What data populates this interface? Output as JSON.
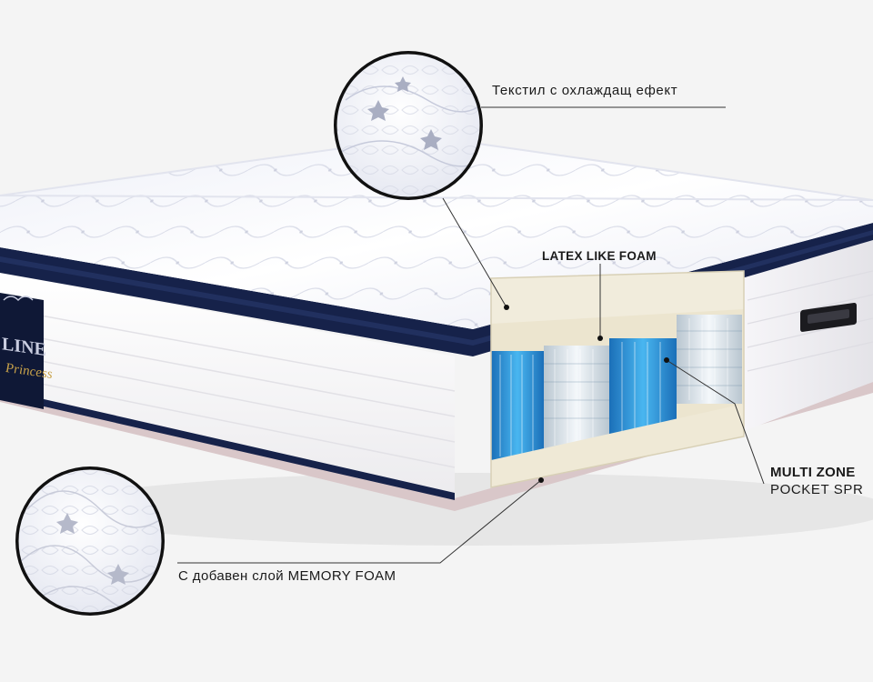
{
  "labels": {
    "textile": "Текстил с охлаждащ ефект",
    "latex": "LATEX LIKE FOAM",
    "multi_zone_line1": "MULTI ZONE",
    "multi_zone_line2": "POCKET SPR",
    "memory": "С добавен слой MEMORY FOAM"
  },
  "brand": {
    "logo_text": "LINE",
    "logo_script": "Princess"
  },
  "colors": {
    "background": "#f4f4f4",
    "navy_trim": "#16224a",
    "spring_blue": "#2f9fe0",
    "spring_white": "#e6edf2",
    "foam": "#ece5cf",
    "gold": "#c8a24a"
  }
}
